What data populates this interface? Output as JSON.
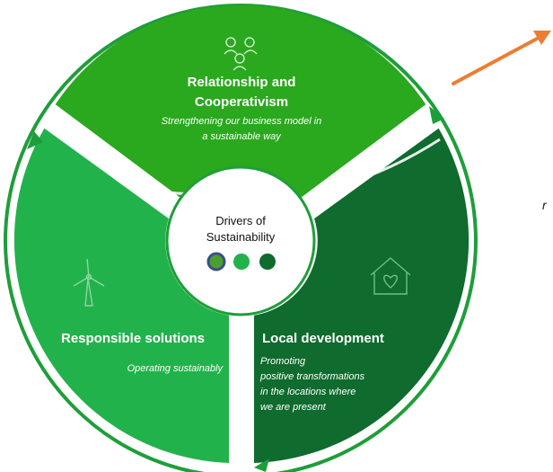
{
  "center": {
    "line1": "Drivers of",
    "line2": "Sustainability",
    "dots": [
      {
        "color": "#4b9e2f",
        "ring": "#3a4f8a"
      },
      {
        "color": "#22b24c"
      },
      {
        "color": "#0f6b2e"
      }
    ]
  },
  "segments": {
    "relationship": {
      "title_line1": "Relationship and",
      "title_line2": "Cooperativism",
      "subtitle_line1": "Strengthening our business model in",
      "subtitle_line2": "a sustainable way",
      "color": "#2aa81e",
      "icon": "people-network-icon"
    },
    "responsible": {
      "title": "Responsible solutions",
      "subtitle": "Operating sustainably",
      "color": "#22b24c",
      "icon": "wind-turbine-icon"
    },
    "local": {
      "title": "Local development",
      "subtitle_lines": [
        "Promoting",
        "positive transformations",
        "in the locations where",
        "we are present"
      ],
      "color": "#0f6b2e",
      "icon": "house-heart-icon"
    }
  },
  "side_text": "r",
  "colors": {
    "ring_outline": "#1e9e3a",
    "arrow": "#ed7d31"
  }
}
